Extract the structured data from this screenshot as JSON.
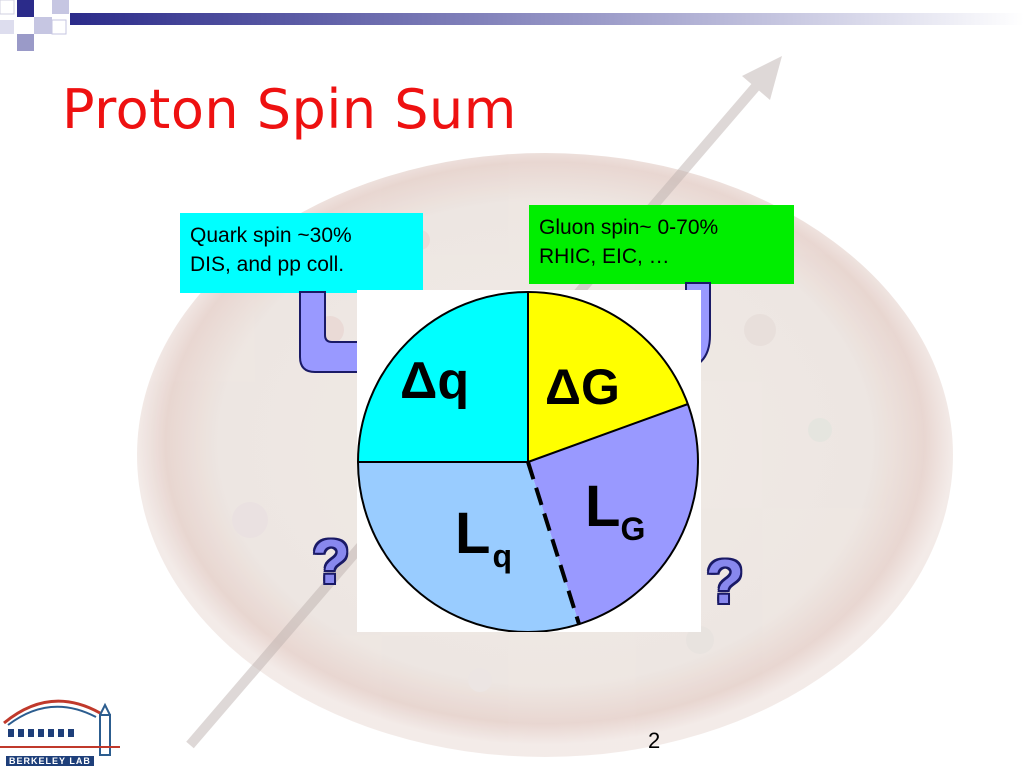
{
  "slide": {
    "title": "Proton Spin Sum",
    "page_number": "2"
  },
  "callouts": {
    "quark": {
      "line1": "Quark spin ~30%",
      "line2": "DIS, and pp coll.",
      "color": "#00ffff"
    },
    "gluon": {
      "line1": "Gluon spin~ 0-70%",
      "line2": "RHIC, EIC, …",
      "color": "#00ee00"
    }
  },
  "pie": {
    "delta_symbol": "Δ",
    "segments": [
      {
        "main": "q",
        "label": "Δq",
        "color": "#00ffff"
      },
      {
        "main": "G",
        "label": "ΔG",
        "color": "#ffff00"
      },
      {
        "main": "L",
        "sub": "G",
        "color": "#9999ff"
      },
      {
        "main": "L",
        "sub": "q",
        "color": "#99ccff"
      }
    ],
    "unknown_mark": "?"
  },
  "logo": {
    "text": "BERKELEY LAB"
  },
  "colors": {
    "title": "#ee1111",
    "arrow_fill": "#9999ff",
    "arrow_stroke": "#1a1a66",
    "question_mark": "#8888ee",
    "header_bar": "#2b2b8a"
  }
}
